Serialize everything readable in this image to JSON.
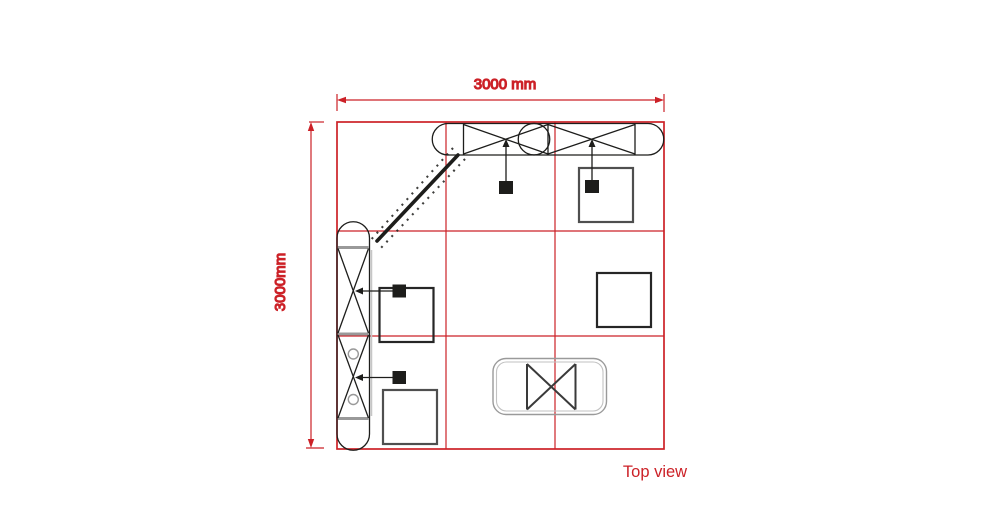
{
  "labels": {
    "width_dimension": "3000 mm",
    "height_dimension": "3000mm",
    "view_caption": "Top view"
  },
  "colors": {
    "accent-red": "#cc2127",
    "line-black": "#1d1d1b",
    "bar-gray": "#999999",
    "square-dark": "#262626",
    "square-gray": "#4f4f4f",
    "table-outer": "#9a9a9a",
    "table-inner": "#c2c2c2",
    "frame-dark": "#3a3a3a",
    "shadow-gray": "#c6c6c6"
  }
}
